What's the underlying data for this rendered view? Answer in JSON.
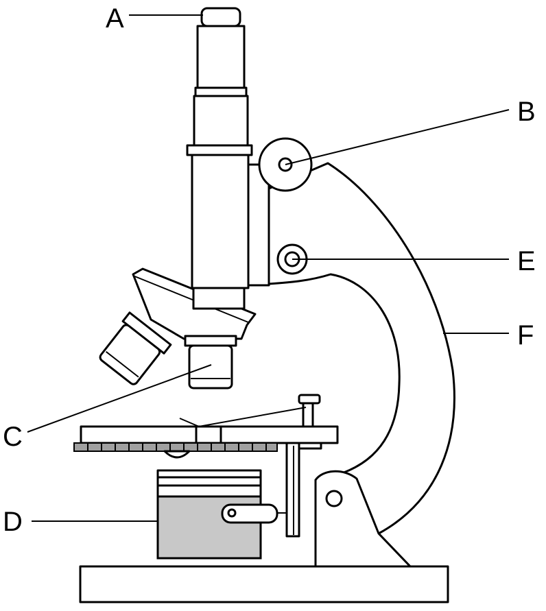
{
  "diagram": {
    "labels": {
      "a": "A",
      "b": "B",
      "c": "C",
      "d": "D",
      "e": "E",
      "f": "F"
    },
    "colors": {
      "outline": "#000000",
      "background": "#ffffff",
      "condenser_fill": "#c8c8c8",
      "stage_fill": "#a0a0a0"
    }
  }
}
